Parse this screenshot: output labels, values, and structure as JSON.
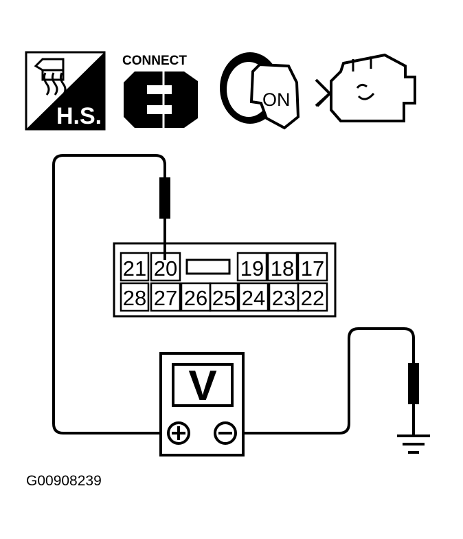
{
  "icons": {
    "hot_soak_label": "H.S.",
    "connect_label": "CONNECT",
    "ignition_label": "ON"
  },
  "connector": {
    "top_pins": [
      "21",
      "20",
      "19",
      "18",
      "17"
    ],
    "bottom_pins": [
      "28",
      "27",
      "26",
      "25",
      "24",
      "23",
      "22"
    ]
  },
  "meter": {
    "label": "V",
    "plus_symbol": "+",
    "minus_symbol": "−"
  },
  "figure_code": "G00908239"
}
